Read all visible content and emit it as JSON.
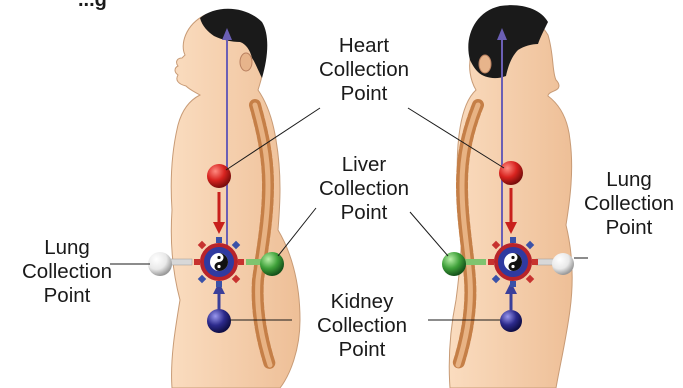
{
  "header_fragment": "...g",
  "labels": {
    "heart": [
      "Heart",
      "Collection",
      "Point"
    ],
    "liver": [
      "Liver",
      "Collection",
      "Point"
    ],
    "lung_left": [
      "Lung",
      "Collection",
      "Point"
    ],
    "lung_right": [
      "Lung",
      "Collection",
      "Point"
    ],
    "kidney": [
      "Kidney",
      "Collection",
      "Point"
    ]
  },
  "colors": {
    "skin": "#f3c9a4",
    "hair": "#1a1a1a",
    "spine": "#d4925a",
    "heart": "#d8231f",
    "liver": "#3fa13a",
    "lung": "#e9e9e9",
    "kidney": "#2c2a8c",
    "flow_arrow_red": "#c8201c",
    "flow_arrow_blue": "#3a3f9a",
    "vertical_line": "#6b5fb5"
  }
}
